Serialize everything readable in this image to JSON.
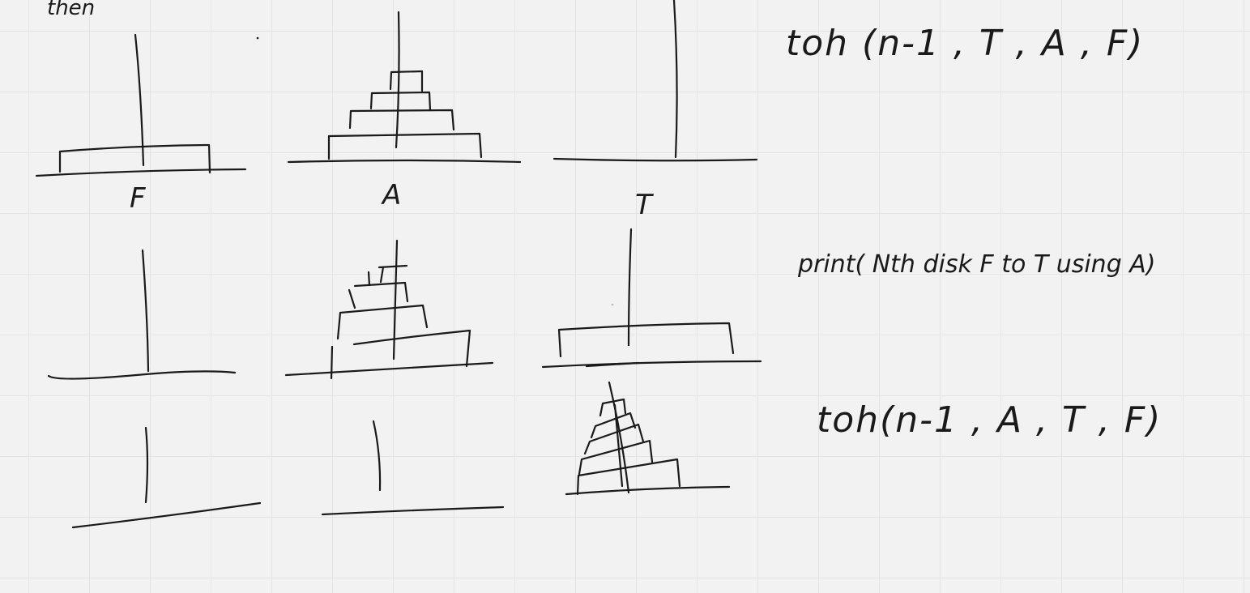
{
  "header": {
    "word": "then"
  },
  "rods": {
    "from_label": "F",
    "aux_label": "A",
    "to_label": "T"
  },
  "notes": {
    "step1": "toh (n-1 , T , A , F)",
    "step2": "print( Nth disk F to T using A)",
    "step3": "toh(n-1 , A , T , F)"
  },
  "stages": [
    {
      "F": 1,
      "A": 4,
      "T": 0
    },
    {
      "F": 0,
      "A": 4,
      "T": 1
    },
    {
      "F": 0,
      "A": 0,
      "T": 5
    }
  ]
}
